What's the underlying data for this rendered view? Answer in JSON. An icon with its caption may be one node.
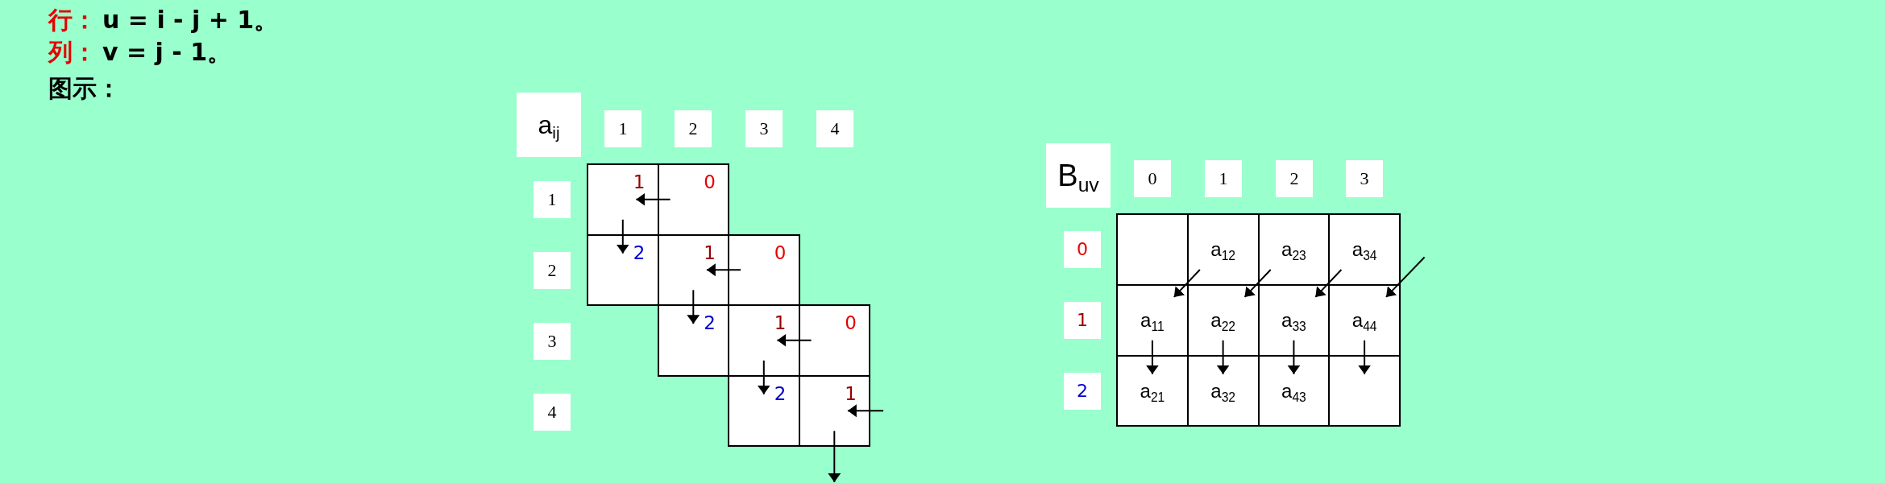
{
  "diagram": {
    "nodes": [
      {
        "text": [
          "a$_{ij}$"
        ]
      },
      {
        "text": [
          "1"
        ]
      },
      {
        "text": [
          "2"
        ]
      },
      {
        "text": [
          "3"
        ]
      },
      {
        "text": [
          "4"
        ]
      },
      {
        "text": [
          "1"
        ]
      },
      {
        "text": [
          "1"
        ]
      },
      {
        "text": [
          "0"
        ]
      },
      {
        "text": [
          "2"
        ]
      },
      {
        "text": [
          "2"
        ]
      },
      {
        "text": [
          "1"
        ]
      },
      {
        "text": [
          "0"
        ]
      },
      {
        "text": [
          "3"
        ]
      },
      {
        "text": [
          "2"
        ]
      },
      {
        "text": [
          "1"
        ]
      },
      {
        "text": [
          "0"
        ]
      },
      {
        "text": [
          "4"
        ]
      },
      {
        "text": [
          "2"
        ]
      },
      {
        "text": [
          "1"
        ]
      },
      {
        "text": [
          "B$_{uv}$"
        ]
      },
      {
        "text": [
          "0"
        ]
      },
      {
        "text": [
          "1"
        ]
      },
      {
        "text": [
          "2"
        ]
      },
      {
        "text": [
          "3"
        ]
      },
      {
        "text": [
          "0"
        ]
      },
      {
        "text": [],
        "shape": "box"
      },
      {
        "text": [
          "a$_{12}$"
        ]
      },
      {
        "text": [
          "a$_{23}$"
        ]
      },
      {
        "text": [
          "a$_{34}$"
        ]
      },
      {
        "text": [
          "1"
        ]
      },
      {
        "text": [
          "a$_{11}$"
        ]
      },
      {
        "text": [
          "a$_{22}$"
        ]
      },
      {
        "text": [
          "a$_{33}$"
        ]
      },
      {
        "text": [
          "a$_{44}$"
        ]
      },
      {
        "text": [
          "2"
        ]
      },
      {
        "text": [
          "a$_{21}$"
        ]
      },
      {
        "text": [
          "a$_{32}$"
        ]
      },
      {
        "text": [
          "a$_{43}$"
        ]
      },
      {
        "text": [],
        "shape": "box"
      }
    ],
    "edges": [
      {
        "from": 7,
        "to": 6,
        "arrow": "to"
      },
      {
        "from": 6,
        "to": 9,
        "arrow": "to"
      },
      {
        "from": 11,
        "to": 10,
        "arrow": "to"
      },
      {
        "from": 10,
        "to": 13,
        "arrow": "to"
      },
      {
        "from": 15,
        "to": 14,
        "arrow": "to"
      },
      {
        "from": 14,
        "to": 17,
        "arrow": "to"
      },
      {
        "from": null,
        "to": 18,
        "arrow": "to"
      },
      {
        "from": 18,
        "to": null,
        "arrow": "to"
      },
      {
        "from": 26,
        "to": 30,
        "arrow": "to"
      },
      {
        "from": 27,
        "to": 31,
        "arrow": "to"
      },
      {
        "from": 28,
        "to": 32,
        "arrow": "to"
      },
      {
        "from": null,
        "to": 33,
        "arrow": "to"
      },
      {
        "from": 30,
        "to": 35,
        "arrow": "to"
      },
      {
        "from": 31,
        "to": 36,
        "arrow": "to"
      },
      {
        "from": 32,
        "to": 37,
        "arrow": "to"
      },
      {
        "from": 33,
        "to": 38,
        "arrow": "to"
      }
    ],
    "labels": [
      "行：",
      "u = i - j + 1。",
      "列：",
      "v = j - 1。",
      "图示："
    ]
  }
}
